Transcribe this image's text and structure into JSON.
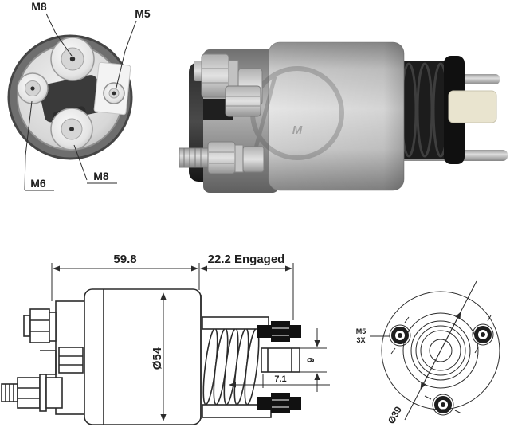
{
  "end_view": {
    "terminals": {
      "top_label": "M8",
      "right_label": "M5",
      "left_label": "M6",
      "bottom_label": "M8"
    }
  },
  "photo_view": {
    "watermark_letter": "M"
  },
  "side_view": {
    "dimensions": {
      "body_length": "59.8",
      "engaged_travel": "22.2 Engaged",
      "body_diameter": "Ø54",
      "stud_diameter": "9",
      "stud_offset": "7.1"
    }
  },
  "flange_view": {
    "labels": {
      "hole_thread": "M5",
      "hole_count": "3X",
      "bolt_circle_diameter": "Ø39"
    }
  },
  "colors": {
    "line": "#2b2b2b",
    "background": "#ffffff",
    "metal_light": "#e3e3e3",
    "metal_dark": "#8a8a8a",
    "black_part": "#1c1c1c",
    "plunger_cream": "#e9e4cf"
  }
}
